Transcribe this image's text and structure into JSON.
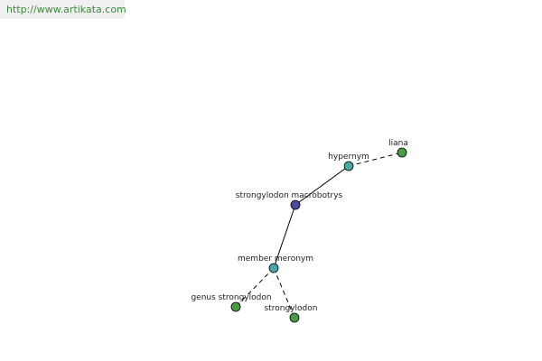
{
  "watermark": "http://www.artikata.com",
  "graph": {
    "nodes": [
      {
        "id": "center",
        "label": "strongylodon macrobotrys",
        "color": "#4a4a9a"
      },
      {
        "id": "hypernym",
        "label": "hypernym",
        "color": "#4aa6a6"
      },
      {
        "id": "liana",
        "label": "liana",
        "color": "#4a9a4a"
      },
      {
        "id": "member",
        "label": "member meronym",
        "color": "#4aa6a6"
      },
      {
        "id": "genus",
        "label": "genus strongylodon",
        "color": "#4a9a4a"
      },
      {
        "id": "strong",
        "label": "strongylodon",
        "color": "#4a9a4a"
      }
    ],
    "edges": [
      {
        "from": "hypernym",
        "to": "center",
        "style": "solid"
      },
      {
        "from": "hypernym",
        "to": "liana",
        "style": "dashed"
      },
      {
        "from": "center",
        "to": "member",
        "style": "solid"
      },
      {
        "from": "member",
        "to": "genus",
        "style": "dashed"
      },
      {
        "from": "member",
        "to": "strong",
        "style": "dashed"
      }
    ]
  }
}
